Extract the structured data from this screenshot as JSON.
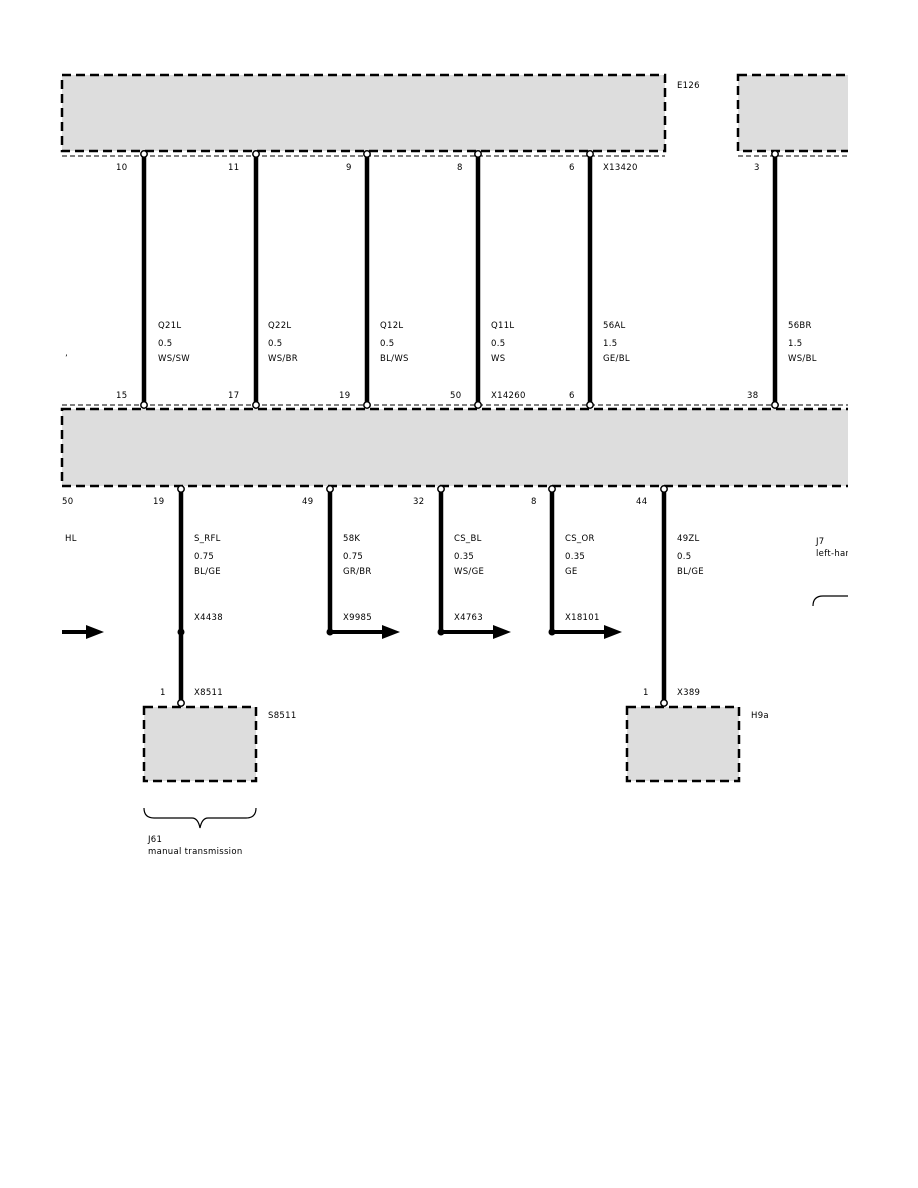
{
  "components": {
    "e126": "E126",
    "s8511": "S8511",
    "h9a": "H9a"
  },
  "connectors": {
    "x13420": "X13420",
    "x14260": "X14260"
  },
  "upper_pins": [
    "10",
    "11",
    "9",
    "8",
    "6",
    "3"
  ],
  "middle_pins": [
    "15",
    "17",
    "19",
    "50",
    "6",
    "38"
  ],
  "upper_wires": [
    {
      "id": "Q21L",
      "gauge": "0.5",
      "color": "WS/SW"
    },
    {
      "id": "Q22L",
      "gauge": "0.5",
      "color": "WS/BR"
    },
    {
      "id": "Q12L",
      "gauge": "0.5",
      "color": "BL/WS"
    },
    {
      "id": "Q11L",
      "gauge": "0.5",
      "color": "WS"
    },
    {
      "id": "56AL",
      "gauge": "1.5",
      "color": "GE/BL"
    },
    {
      "id": "56BR",
      "gauge": "1.5",
      "color": "WS/BL"
    }
  ],
  "upper_left_partial": "’",
  "lower_pins": [
    "19",
    "49",
    "32",
    "8",
    "44"
  ],
  "lower_left_partial_pin": "50",
  "lower_left_partial_label": "HL",
  "lower_wires": [
    {
      "id": "S_RFL",
      "gauge": "0.75",
      "color": "BL/GE"
    },
    {
      "id": "58K",
      "gauge": "0.75",
      "color": "GR/BR"
    },
    {
      "id": "CS_BL",
      "gauge": "0.35",
      "color": "WS/GE"
    },
    {
      "id": "CS_OR",
      "gauge": "0.35",
      "color": "GE"
    },
    {
      "id": "49ZL",
      "gauge": "0.5",
      "color": "BL/GE"
    }
  ],
  "splice_connectors": [
    "X4438",
    "X9985",
    "X4763",
    "X18101"
  ],
  "bottom_connectors": {
    "x8511": "X8511",
    "x8511_pin": "1",
    "x389": "X389",
    "x389_pin": "1"
  },
  "notes": {
    "j61_code": "J61",
    "j61_label": "manual transmission",
    "j7_code": "J7",
    "j7_label": "left-han"
  }
}
